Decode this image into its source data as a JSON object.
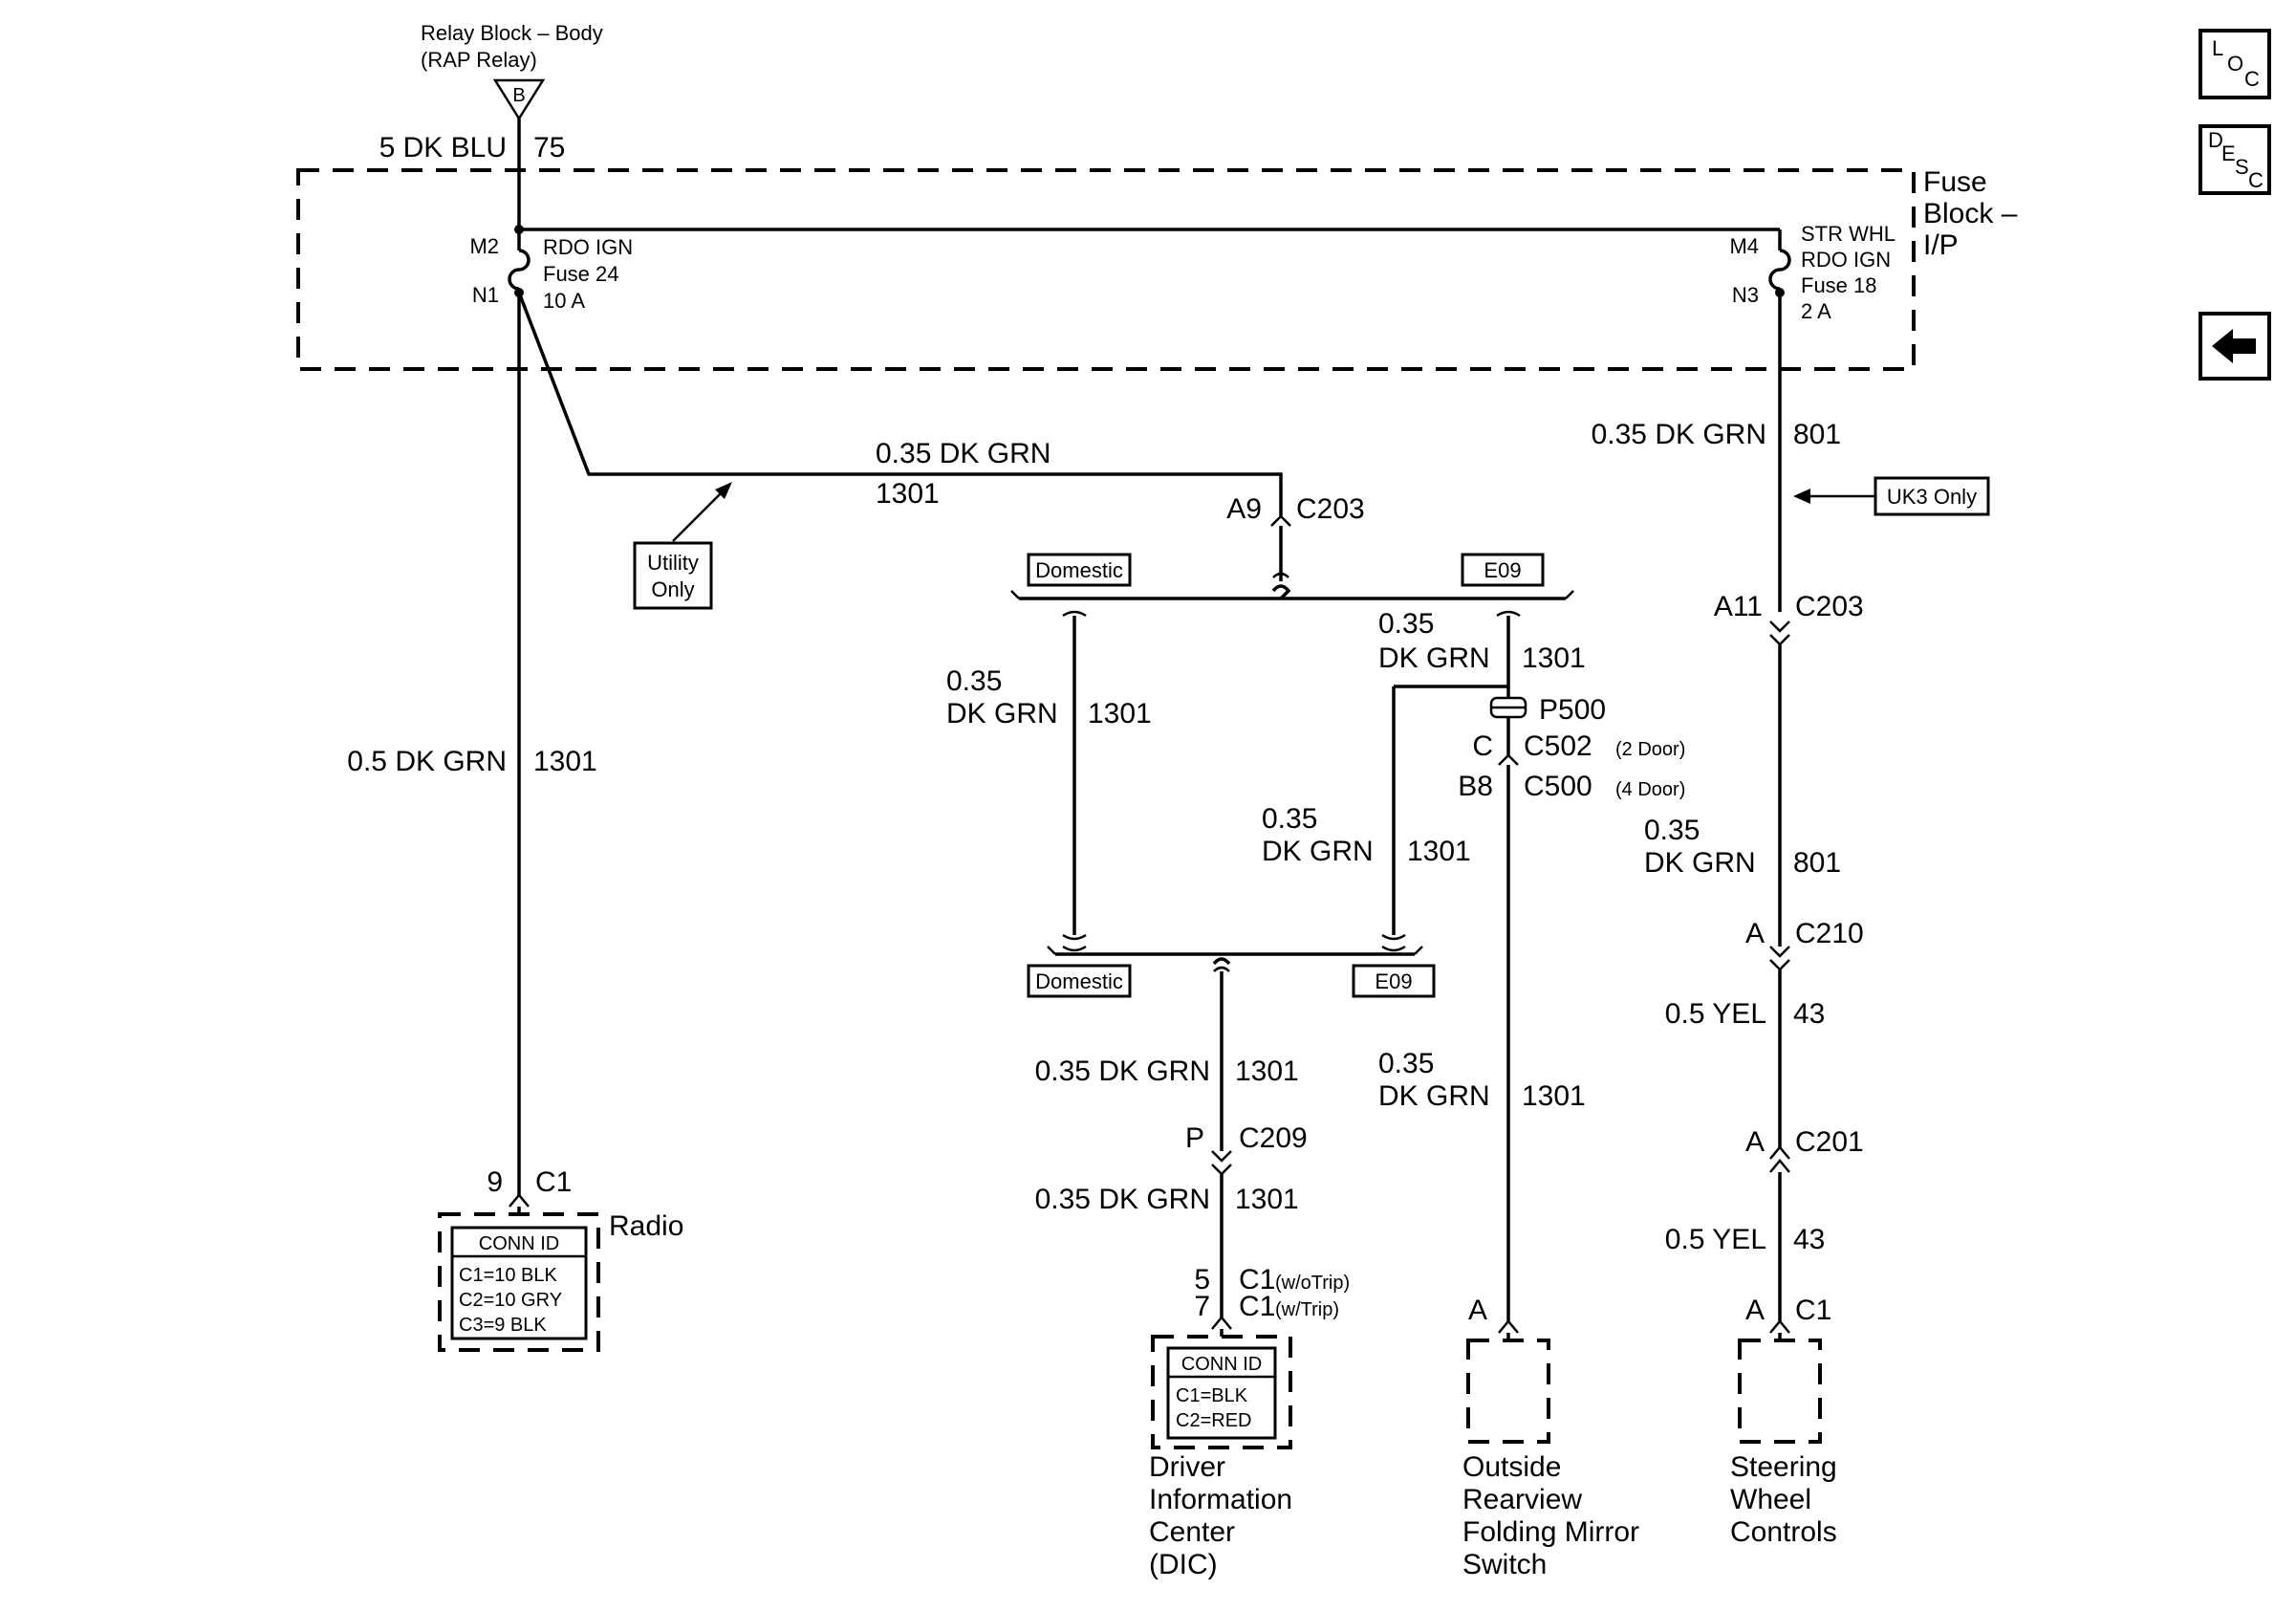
{
  "source": {
    "name": "Relay Block – Body",
    "sub": "(RAP Relay)",
    "terminal": "B",
    "wire_size_color": "5 DK BLU",
    "circuit": "75"
  },
  "fuse_block": {
    "label_line1": "Fuse",
    "label_line2": "Block –",
    "label_line3": "I/P"
  },
  "fuse_left": {
    "top_pin": "M2",
    "bottom_pin": "N1",
    "name": "RDO IGN",
    "fuse": "Fuse 24",
    "rating": "10 A"
  },
  "fuse_right": {
    "top_pin": "M4",
    "bottom_pin": "N3",
    "name1": "STR WHL",
    "name2": "RDO IGN",
    "fuse": "Fuse 18",
    "rating": "2 A"
  },
  "option_labels": {
    "utility_line1": "Utility",
    "utility_line2": "Only",
    "uk3": "UK3 Only",
    "domestic_top": "Domestic",
    "e09_top": "E09",
    "domestic_bottom": "Domestic",
    "e09_bottom": "E09"
  },
  "wires": {
    "radio_feed": {
      "size_color": "0.5 DK GRN",
      "circuit": "1301"
    },
    "utility_branch": {
      "size_color": "0.35 DK GRN",
      "circuit": "1301"
    },
    "domestic_branch": {
      "size": "0.35",
      "color": "DK GRN",
      "circuit": "1301"
    },
    "e09_upper": {
      "size": "0.35",
      "color": "DK GRN",
      "circuit": "1301"
    },
    "e09_lower": {
      "size": "0.35",
      "color": "DK GRN",
      "circuit": "1301"
    },
    "dic_upper": {
      "size_color": "0.35 DK GRN",
      "circuit": "1301"
    },
    "dic_lower": {
      "size_color": "0.35 DK GRN",
      "circuit": "1301"
    },
    "mirror": {
      "size": "0.35",
      "color": "DK GRN",
      "circuit": "1301"
    },
    "swc_top": {
      "size_color": "0.35 DK GRN",
      "circuit": "801"
    },
    "swc_mid": {
      "size": "0.35",
      "color": "DK GRN",
      "circuit": "801"
    },
    "swc_yel1": {
      "size_color": "0.5 YEL",
      "circuit": "43"
    },
    "swc_yel2": {
      "size_color": "0.5 YEL",
      "circuit": "43"
    }
  },
  "connectors": {
    "c203_left": {
      "pin": "A9",
      "name": "C203"
    },
    "c203_right": {
      "pin": "A11",
      "name": "C203"
    },
    "p500": {
      "name": "P500"
    },
    "c502": {
      "pin": "C",
      "name": "C502",
      "note": "(2 Door)"
    },
    "c500": {
      "pin": "B8",
      "name": "C500",
      "note": "(4 Door)"
    },
    "c209": {
      "pin": "P",
      "name": "C209"
    },
    "c210": {
      "pin": "A",
      "name": "C210"
    },
    "c201": {
      "pin": "A",
      "name": "C201"
    },
    "radio_c1": {
      "pin": "9",
      "name": "C1"
    },
    "dic_c1a": {
      "pin": "5",
      "name": "C1",
      "note": "(w/oTrip)"
    },
    "dic_c1b": {
      "pin": "7",
      "name": "C1",
      "note": "(w/Trip)"
    },
    "mirror_pin": {
      "pin": "A"
    },
    "swc_c1": {
      "pin": "A",
      "name": "C1"
    }
  },
  "components": {
    "radio": {
      "name": "Radio",
      "conn_id_title": "CONN ID",
      "conn_ids": [
        "C1=10 BLK",
        "C2=10 GRY",
        "C3=9 BLK"
      ]
    },
    "dic": {
      "name_lines": [
        "Driver",
        "Information",
        "Center",
        "(DIC)"
      ],
      "conn_id_title": "CONN ID",
      "conn_ids": [
        "C1=BLK",
        "C2=RED"
      ]
    },
    "mirror": {
      "name_lines": [
        "Outside",
        "Rearview",
        "Folding Mirror",
        "Switch"
      ]
    },
    "swc": {
      "name_lines": [
        "Steering",
        "Wheel",
        "Controls"
      ]
    }
  },
  "nav": {
    "loc": [
      "L",
      "O",
      "C"
    ],
    "desc": [
      "D",
      "E",
      "S",
      "C"
    ],
    "back_icon": "arrow-left-icon"
  }
}
